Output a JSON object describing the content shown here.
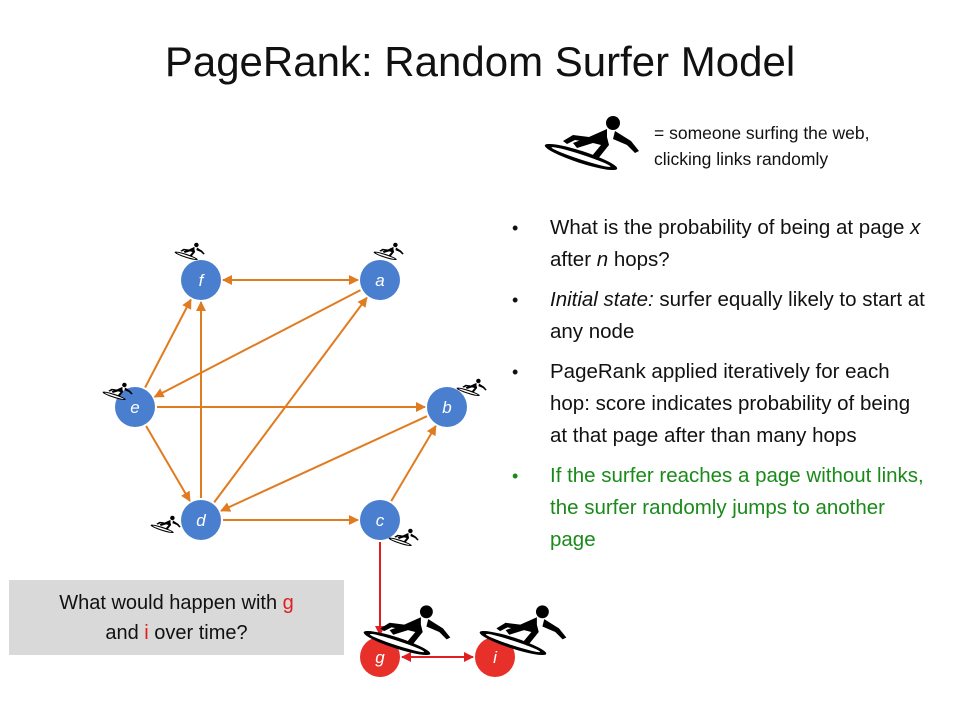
{
  "title": "PageRank: Random Surfer Model",
  "legend": {
    "icon": "surfer-icon",
    "line1": "= someone surfing the web,",
    "line2": "clicking links randomly"
  },
  "bullets": [
    {
      "parts": [
        "What is the probability of being at page ",
        "x",
        " after ",
        "n",
        " hops?"
      ]
    },
    {
      "parts": [
        "Initial state:",
        " surfer equally likely to start at any node"
      ]
    },
    {
      "text": "PageRank applied iteratively for each hop: score indicates probability of being at that page after than many hops"
    },
    {
      "text": "If the surfer reaches a page without links, the surfer randomly jumps to another page",
      "color": "#1a8a1a"
    }
  ],
  "question": {
    "p1": "What would happen with ",
    "g": "g",
    "p2": " and ",
    "i": "i",
    "p3": " over time?"
  },
  "nodes": {
    "f": {
      "label": "f",
      "color": "#4a7fcf"
    },
    "a": {
      "label": "a",
      "color": "#4a7fcf"
    },
    "e": {
      "label": "e",
      "color": "#4a7fcf"
    },
    "b": {
      "label": "b",
      "color": "#4a7fcf"
    },
    "d": {
      "label": "d",
      "color": "#4a7fcf"
    },
    "c": {
      "label": "c",
      "color": "#4a7fcf"
    },
    "g": {
      "label": "g",
      "color": "#e8302a"
    },
    "i": {
      "label": "i",
      "color": "#e8302a"
    }
  },
  "edge_colors": {
    "orange": "#e07b20",
    "red": "#e02020"
  },
  "edges": [
    {
      "from": "f",
      "to": "a",
      "bidirectional": true,
      "color": "orange"
    },
    {
      "from": "a",
      "to": "e",
      "color": "orange"
    },
    {
      "from": "e",
      "to": "f",
      "color": "orange"
    },
    {
      "from": "e",
      "to": "b",
      "color": "orange"
    },
    {
      "from": "e",
      "to": "d",
      "color": "orange"
    },
    {
      "from": "d",
      "to": "f",
      "color": "orange"
    },
    {
      "from": "d",
      "to": "a",
      "color": "orange"
    },
    {
      "from": "b",
      "to": "d",
      "color": "orange"
    },
    {
      "from": "d",
      "to": "c",
      "color": "orange"
    },
    {
      "from": "c",
      "to": "b",
      "color": "orange"
    },
    {
      "from": "c",
      "to": "g",
      "color": "red"
    },
    {
      "from": "g",
      "to": "i",
      "bidirectional": true,
      "color": "red"
    }
  ]
}
